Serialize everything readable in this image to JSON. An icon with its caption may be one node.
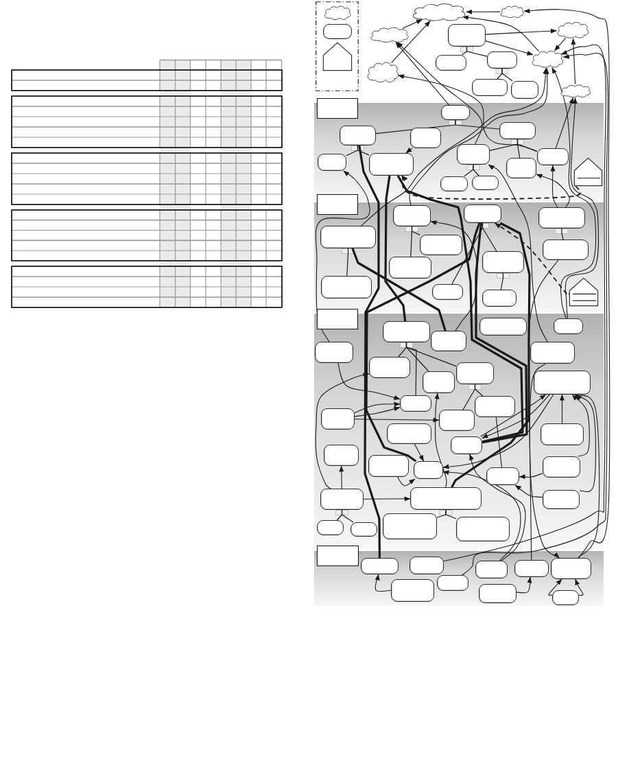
{
  "diagram": {
    "nodes": [
      {
        "text": [],
        "shape": "frame"
      },
      {
        "text": [],
        "shape": "cloud",
        "in": 0
      },
      {
        "text": [],
        "shape": "box",
        "in": 0
      },
      {
        "text": [],
        "shape": "pentagon",
        "in": 0
      },
      {
        "text": [],
        "shape": "cloud"
      },
      {
        "text": [],
        "shape": "cloud"
      },
      {
        "text": [],
        "shape": "cloud"
      },
      {
        "text": [],
        "shape": "box"
      },
      {
        "text": [],
        "shape": "cloud"
      },
      {
        "text": [],
        "shape": "cloud"
      },
      {
        "text": [],
        "shape": "box"
      },
      {
        "text": [],
        "shape": "box"
      },
      {
        "text": [],
        "shape": "cloud"
      },
      {
        "text": [],
        "shape": "box"
      },
      {
        "text": [],
        "shape": "box"
      },
      {
        "text": [],
        "shape": "cloud"
      },
      {
        "text": [],
        "shape": "band"
      },
      {
        "text": [],
        "shape": "rectangle"
      },
      {
        "text": [],
        "shape": "box",
        "in": 16
      },
      {
        "text": [],
        "shape": "box",
        "in": 16
      },
      {
        "text": [],
        "shape": "box",
        "in": 16
      },
      {
        "text": [],
        "shape": "box",
        "in": 16
      },
      {
        "text": [],
        "shape": "box",
        "in": 16
      },
      {
        "text": [],
        "shape": "box",
        "in": 16
      },
      {
        "text": [],
        "shape": "box",
        "in": 16
      },
      {
        "text": [],
        "shape": "box",
        "in": 16
      },
      {
        "text": [],
        "shape": "box",
        "in": 16
      },
      {
        "text": [],
        "shape": "pentagon",
        "in": 16
      },
      {
        "text": [],
        "shape": "box",
        "in": 16
      },
      {
        "text": [],
        "shape": "box",
        "in": 16
      },
      {
        "text": [],
        "shape": "band"
      },
      {
        "text": [],
        "shape": "rectangle"
      },
      {
        "text": [],
        "shape": "box",
        "in": 30
      },
      {
        "text": [],
        "shape": "box",
        "in": 30
      },
      {
        "text": [],
        "shape": "box",
        "in": 30
      },
      {
        "text": [],
        "shape": "box",
        "in": 30
      },
      {
        "text": [],
        "shape": "box",
        "in": 30
      },
      {
        "text": [],
        "shape": "box",
        "in": 30
      },
      {
        "text": [],
        "shape": "box",
        "in": 30
      },
      {
        "text": [],
        "shape": "box",
        "in": 30
      },
      {
        "text": [],
        "shape": "box",
        "in": 30
      },
      {
        "text": [],
        "shape": "box",
        "in": 30
      },
      {
        "text": [],
        "shape": "box",
        "in": 30
      },
      {
        "text": [],
        "shape": "pentagon",
        "in": 30
      },
      {
        "text": [],
        "shape": "band"
      },
      {
        "text": [],
        "shape": "rectangle"
      },
      {
        "text": [],
        "shape": "box",
        "in": 44
      },
      {
        "text": [],
        "shape": "box",
        "in": 44
      },
      {
        "text": [],
        "shape": "box",
        "in": 44
      },
      {
        "text": [],
        "shape": "box",
        "in": 44
      },
      {
        "text": [],
        "shape": "box",
        "in": 44
      },
      {
        "text": [],
        "shape": "box",
        "in": 44
      },
      {
        "text": [],
        "shape": "box",
        "in": 44
      },
      {
        "text": [],
        "shape": "box",
        "in": 44
      },
      {
        "text": [],
        "shape": "box",
        "in": 44
      },
      {
        "text": [],
        "shape": "box",
        "in": 44
      },
      {
        "text": [],
        "shape": "box",
        "in": 44
      },
      {
        "text": [],
        "shape": "box",
        "in": 44
      },
      {
        "text": [],
        "shape": "box",
        "in": 44
      },
      {
        "text": [],
        "shape": "box",
        "in": 44
      },
      {
        "text": [],
        "shape": "box",
        "in": 44
      },
      {
        "text": [],
        "shape": "box",
        "in": 44
      },
      {
        "text": [],
        "shape": "box",
        "in": 44
      },
      {
        "text": [],
        "shape": "box",
        "in": 44
      },
      {
        "text": [],
        "shape": "box",
        "in": 44
      },
      {
        "text": [],
        "shape": "box",
        "in": 44
      },
      {
        "text": [],
        "shape": "box",
        "in": 44
      },
      {
        "text": [],
        "shape": "box",
        "in": 44
      },
      {
        "text": [],
        "shape": "box",
        "in": 44
      },
      {
        "text": [],
        "shape": "box",
        "in": 44
      },
      {
        "text": [],
        "shape": "box",
        "in": 44
      },
      {
        "text": [],
        "shape": "box",
        "in": 44
      },
      {
        "text": [],
        "shape": "box",
        "in": 44
      },
      {
        "text": [],
        "shape": "box",
        "in": 44
      },
      {
        "text": [],
        "shape": "box",
        "in": 44
      },
      {
        "text": [],
        "shape": "band"
      },
      {
        "text": [],
        "shape": "rectangle"
      },
      {
        "text": [],
        "shape": "box",
        "in": 75
      },
      {
        "text": [],
        "shape": "box",
        "in": 75
      },
      {
        "text": [],
        "shape": "box",
        "in": 75
      },
      {
        "text": [],
        "shape": "box",
        "in": 75
      },
      {
        "text": [],
        "shape": "box",
        "in": 75
      },
      {
        "text": [],
        "shape": "box",
        "in": 75
      },
      {
        "text": [],
        "shape": "box",
        "in": 75
      },
      {
        "text": [],
        "shape": "box",
        "in": 75
      },
      {
        "text": [],
        "shape": "box",
        "in": 75
      }
    ],
    "edges": [
      {
        "from": 7,
        "to": 10,
        "arrow": "none"
      },
      {
        "from": 7,
        "to": 11,
        "arrow": "none"
      },
      {
        "from": 11,
        "to": 13,
        "arrow": "none"
      },
      {
        "from": 11,
        "to": 14,
        "arrow": "none"
      },
      {
        "from": 18,
        "to": 19,
        "arrow": "none"
      },
      {
        "from": 18,
        "to": 21,
        "arrow": "none"
      },
      {
        "from": 19,
        "to": 22,
        "arrow": "none"
      },
      {
        "from": 19,
        "to": 23,
        "arrow": "none"
      },
      {
        "from": 21,
        "to": 24,
        "arrow": "none"
      },
      {
        "from": 21,
        "to": 26,
        "arrow": "none"
      },
      {
        "from": 21,
        "to": 25,
        "arrow": "none"
      },
      {
        "from": 24,
        "to": 28,
        "arrow": "none"
      },
      {
        "from": 24,
        "to": 29,
        "arrow": "none"
      },
      {
        "from": 35,
        "to": 40,
        "arrow": "none"
      },
      {
        "from": 32,
        "to": 39,
        "arrow": "none"
      },
      {
        "from": 32,
        "to": 36,
        "arrow": "none"
      },
      {
        "from": 33,
        "to": 37,
        "arrow": "none"
      },
      {
        "from": 37,
        "to": 42,
        "arrow": "none"
      },
      {
        "from": 34,
        "to": 38,
        "arrow": "none"
      },
      {
        "from": 48,
        "to": 52,
        "arrow": "none"
      },
      {
        "from": 48,
        "to": 56,
        "arrow": "none"
      },
      {
        "from": 48,
        "to": 54,
        "arrow": "none"
      },
      {
        "from": 48,
        "to": 53,
        "arrow": "none"
      },
      {
        "from": 53,
        "to": 59,
        "arrow": "none"
      },
      {
        "from": 53,
        "to": 57,
        "arrow": "none"
      },
      {
        "from": 68,
        "to": 71,
        "arrow": "none"
      },
      {
        "from": 68,
        "to": 72,
        "arrow": "none"
      },
      {
        "from": 69,
        "to": 73,
        "arrow": "none"
      },
      {
        "from": 69,
        "to": 74,
        "arrow": "none"
      },
      {
        "from": 33,
        "to": 41,
        "arrow": "none"
      },
      {
        "from": 5,
        "to": 4,
        "arrow": "to"
      },
      {
        "from": 6,
        "to": 4,
        "arrow": "to"
      },
      {
        "from": 9,
        "to": 4,
        "arrow": "to"
      },
      {
        "from": 12,
        "to": 4,
        "arrow": "to"
      },
      {
        "from": 7,
        "to": 8,
        "arrow": "to"
      },
      {
        "from": 7,
        "to": 12,
        "arrow": "to"
      },
      {
        "from": 8,
        "to": 12,
        "arrow": "to"
      },
      {
        "from": 15,
        "to": 8,
        "arrow": "to"
      },
      {
        "from": 18,
        "to": 6,
        "arrow": "to"
      },
      {
        "from": 24,
        "to": 6,
        "arrow": "to"
      },
      {
        "from": 25,
        "to": 9,
        "arrow": "to"
      },
      {
        "from": 32,
        "to": 12,
        "arrow": "to"
      },
      {
        "from": 35,
        "to": 12,
        "arrow": "to"
      },
      {
        "from": 47,
        "to": 12,
        "arrow": "to"
      },
      {
        "from": 78,
        "to": 12,
        "arrow": "to"
      },
      {
        "from": 82,
        "to": 12,
        "arrow": "to"
      },
      {
        "from": 25,
        "to": 15,
        "arrow": "to"
      },
      {
        "from": 47,
        "to": 15,
        "arrow": "to"
      },
      {
        "from": 81,
        "to": 5,
        "arrow": "to"
      },
      {
        "from": 20,
        "to": 23,
        "arrow": "to"
      },
      {
        "from": 50,
        "to": 22,
        "arrow": "to"
      },
      {
        "from": 51,
        "to": 24,
        "arrow": "to"
      },
      {
        "from": 34,
        "to": 26,
        "arrow": "to"
      },
      {
        "from": 34,
        "to": 25,
        "arrow": "to"
      },
      {
        "from": 27,
        "to": 23,
        "arrow": "to",
        "style": "dashed"
      },
      {
        "from": 43,
        "to": 33,
        "arrow": "to",
        "style": "dashed"
      },
      {
        "from": 49,
        "to": 32,
        "arrow": "to"
      },
      {
        "from": 50,
        "to": 56,
        "arrow": "to"
      },
      {
        "from": 58,
        "to": 56,
        "arrow": "to"
      },
      {
        "from": 58,
        "to": 56,
        "arrow": "to"
      },
      {
        "from": 58,
        "to": 59,
        "arrow": "to"
      },
      {
        "from": 68,
        "to": 52,
        "arrow": "to"
      },
      {
        "from": 69,
        "to": 54,
        "arrow": "to"
      },
      {
        "from": 55,
        "to": 62,
        "arrow": "to"
      },
      {
        "from": 61,
        "to": 55,
        "arrow": "to"
      },
      {
        "from": 65,
        "to": 55,
        "arrow": "to"
      },
      {
        "from": 70,
        "to": 55,
        "arrow": "to"
      },
      {
        "from": 62,
        "to": 55,
        "arrow": "to"
      },
      {
        "from": 68,
        "to": 63,
        "arrow": "to"
      },
      {
        "from": 68,
        "to": 69,
        "arrow": "to"
      },
      {
        "from": 64,
        "to": 66,
        "arrow": "to"
      },
      {
        "from": 60,
        "to": 66,
        "arrow": "to"
      },
      {
        "from": 55,
        "to": 66,
        "arrow": "to"
      },
      {
        "from": 79,
        "to": 66,
        "arrow": "to"
      },
      {
        "from": 79,
        "to": 62,
        "arrow": "to"
      },
      {
        "from": 65,
        "to": 67,
        "arrow": "to"
      },
      {
        "from": 70,
        "to": 67,
        "arrow": "to"
      },
      {
        "from": 83,
        "to": 77,
        "arrow": "to"
      },
      {
        "from": 84,
        "to": 80,
        "arrow": "to"
      },
      {
        "from": 85,
        "to": 81,
        "arrow": "to"
      },
      {
        "from": 85,
        "to": 81,
        "arrow": "to"
      },
      {
        "from": 51,
        "to": 81,
        "arrow": "to"
      },
      {
        "from": 81,
        "to": 55,
        "arrow": "to"
      },
      {
        "from": 80,
        "to": 38,
        "arrow": "none"
      },
      {
        "from": 67,
        "to": 57,
        "arrow": "none"
      },
      {
        "from": 19,
        "to": 77,
        "arrow": "none",
        "style": "thick"
      },
      {
        "from": 23,
        "to": 48,
        "arrow": "none",
        "style": "thick"
      },
      {
        "from": 33,
        "to": 66,
        "arrow": "none",
        "style": "thick"
      },
      {
        "from": 23,
        "to": 62,
        "arrow": "none",
        "style": "thick"
      },
      {
        "from": 33,
        "to": 62,
        "arrow": "none",
        "style": "thick"
      },
      {
        "from": 69,
        "to": 33,
        "arrow": "none",
        "style": "thick"
      },
      {
        "from": 35,
        "to": 49,
        "arrow": "none",
        "style": "thick"
      }
    ]
  }
}
